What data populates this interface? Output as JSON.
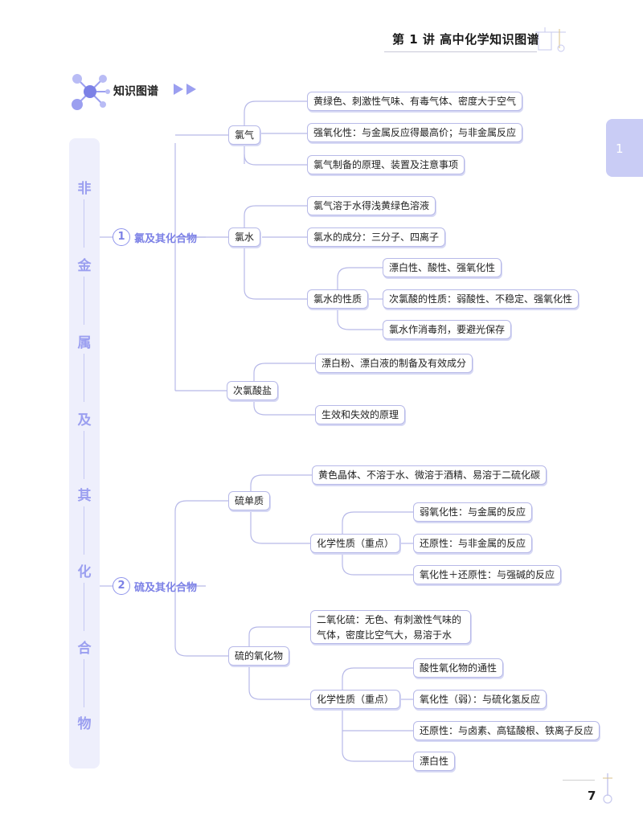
{
  "header": {
    "title": "第 1 讲   高中化学知识图谱"
  },
  "side_tab": {
    "label": "1"
  },
  "section_title": {
    "label": "知识图谱"
  },
  "vertical_title": [
    "非",
    "金",
    "属",
    "及",
    "其",
    "化",
    "合",
    "物"
  ],
  "sections": [
    {
      "number": "1",
      "label": "氯及其化合物"
    },
    {
      "number": "2",
      "label": "硫及其化合物"
    }
  ],
  "nodes": {
    "chlorine_gas": "氯气",
    "cl_props_physical": "黄绿色、刺激性气味、有毒气体、密度大于空气",
    "cl_props_oxidizing": "强氧化性：与金属反应得最高价；与非金属反应",
    "cl_preparation": "氯气制备的原理、装置及注意事项",
    "chlorine_water": "氯水",
    "cw_dissolve": "氯气溶于水得浅黄绿色溶液",
    "cw_components": "氯水的成分：三分子、四离子",
    "cw_properties": "氯水的性质",
    "cw_prop_1": "漂白性、酸性、强氧化性",
    "cw_prop_2": "次氯酸的性质：弱酸性、不稳定、强氧化性",
    "cw_prop_3": "氯水作消毒剂，要避光保存",
    "hypochlorite": "次氯酸盐",
    "hc_1": "漂白粉、漂白液的制备及有效成分",
    "hc_2": "生效和失效的原理",
    "sulfur": "硫单质",
    "s_physical": "黄色晶体、不溶于水、微溶于酒精、易溶于二硫化碳",
    "s_chem": "化学性质（重点）",
    "s_chem_1": "弱氧化性：与金属的反应",
    "s_chem_2": "还原性：与非金属的反应",
    "s_chem_3": "氧化性＋还原性：与强碱的反应",
    "sulfur_oxides": "硫的氧化物",
    "so2_physical": "二氧化硫：无色、有刺激性气味的气体，密度比空气大，易溶于水",
    "so_chem": "化学性质（重点）",
    "so_chem_1": "酸性氧化物的通性",
    "so_chem_2": "氧化性（弱）：与硫化氢反应",
    "so_chem_3": "还原性：与卤素、高锰酸根、铁离子反应",
    "so_chem_4": "漂白性"
  },
  "footer": {
    "page_number": "7"
  },
  "colors": {
    "accent": "#7c81e6",
    "line": "#b7b9e8",
    "bar": "#eeeffc",
    "tab": "#c9ccf5"
  }
}
